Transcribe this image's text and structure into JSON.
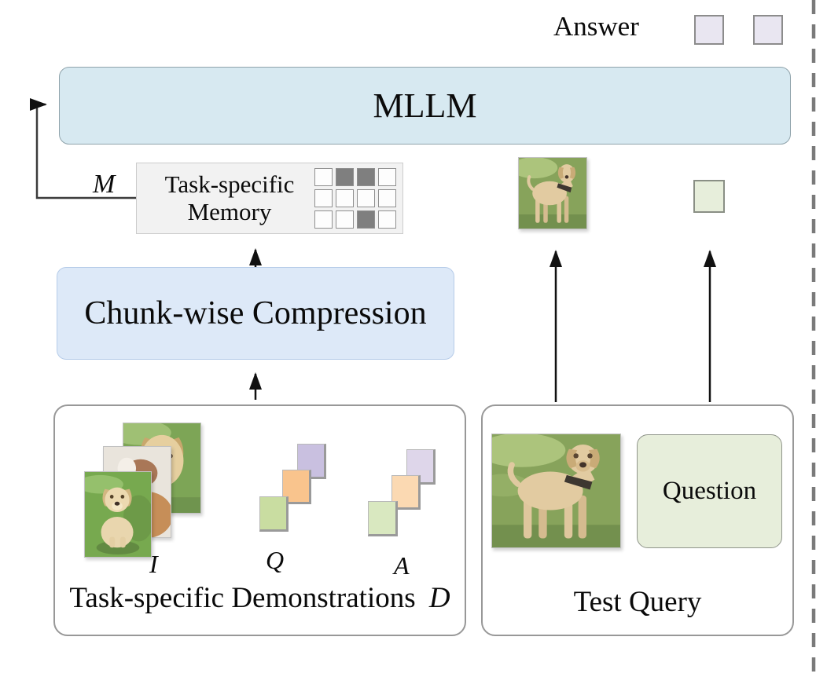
{
  "answer": {
    "label": "Answer"
  },
  "mllm": {
    "label": "MLLM"
  },
  "memory": {
    "symbol": "M",
    "title_line1": "Task-specific",
    "title_line2": "Memory",
    "grid": {
      "rows": 3,
      "cols": 4,
      "filled_cells": [
        1,
        2,
        10
      ]
    }
  },
  "compression": {
    "label": "Chunk-wise Compression"
  },
  "demonstrations": {
    "caption": "Task-specific Demonstrations",
    "caption_symbol": "D",
    "image_symbol": "I",
    "question_symbol": "Q",
    "answer_symbol": "A"
  },
  "test_query": {
    "caption": "Test Query",
    "question_label": "Question"
  },
  "colors": {
    "mllm_fill": "#d7e9f1",
    "compression_fill": "#dde9f8",
    "memory_fill": "#f2f2f2",
    "memory_cell_filled": "#7f7f7f",
    "answer_token_fill": "#e9e6f1",
    "query_token_fill": "#e7eedb",
    "question_fill": "#e7eedb",
    "token_green": "#c9dda1",
    "token_orange": "#f9c48d",
    "token_purple": "#c9c0e0",
    "token_green_light": "#d9e8c0",
    "token_orange_light": "#fbd9b2",
    "token_purple_light": "#ded6ea",
    "arrow": "#1a1a1a",
    "dashed_line": "#7a7a7a"
  }
}
